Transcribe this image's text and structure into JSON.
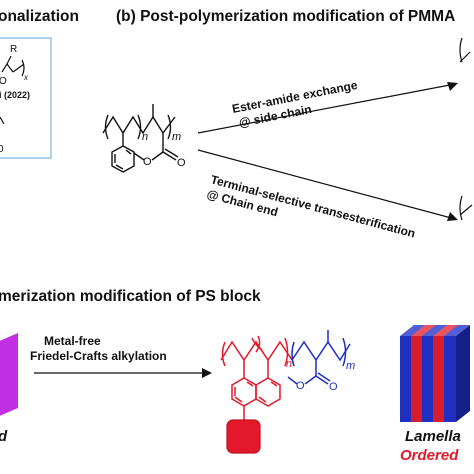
{
  "colors": {
    "ps_red": "#e3182a",
    "pmma_blue": "#1d2fc8",
    "black": "#111111",
    "box_blue": "#7fb3e0",
    "purple": "#c22fe3",
    "block_red": "#d81d2c",
    "block_blue": "#1f2fbf"
  },
  "header_left": "onalization",
  "header_b": "(b) Post-polymerization modification of PMMA",
  "header_c": "merization modification of PS block",
  "box": {
    "r_label": "R",
    "x_label": "x",
    "o_label": "O",
    "ref_text": "i (2022)",
    "zero_label": "0"
  },
  "left_rxn": {
    "label1": "Ester-amide exchange",
    "label2": "@ side chain",
    "n_label": "n",
    "m_label": "m",
    "o_label": "O"
  },
  "right_rxn": {
    "label1": "Terminal-selective transesterification",
    "label2": "@ Chain end"
  },
  "bottom_rxn": {
    "label1": "Metal-free",
    "label2": "Friedel-Crafts alkylation",
    "n_label": "n",
    "m_label": "m",
    "o_label": "O"
  },
  "morphology": {
    "left_partial": "d",
    "lamella": "Lamella",
    "ordered": "Ordered"
  }
}
